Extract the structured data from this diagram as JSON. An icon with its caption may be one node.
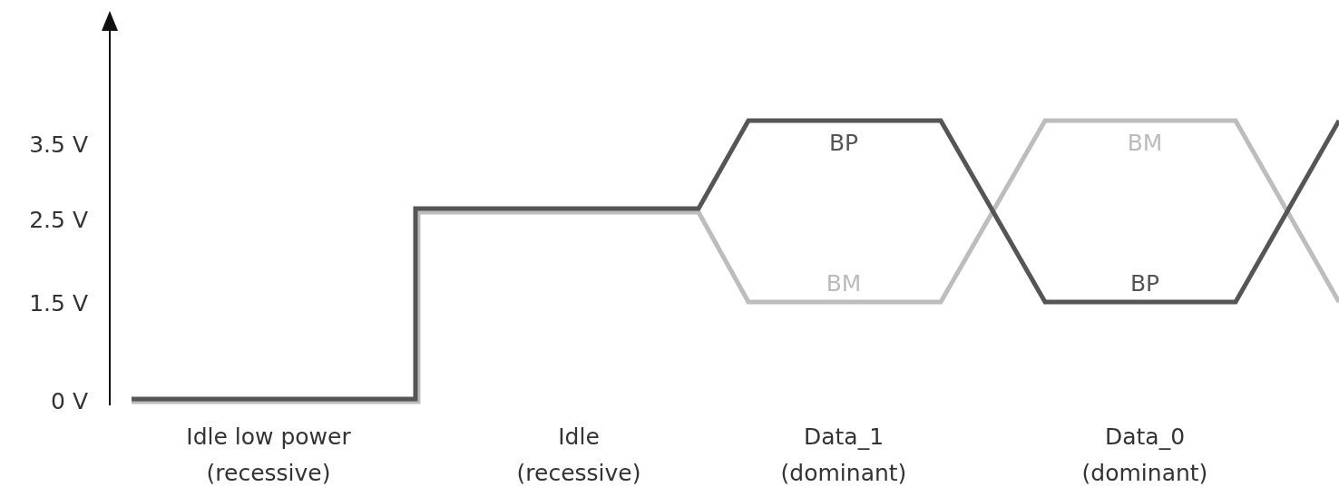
{
  "diagram": {
    "labels": [
      "3.5 V",
      "BP",
      "BM",
      "2.5 V",
      "1.5 V",
      "BM",
      "BP",
      "0 V",
      "Idle low power (recessive)",
      "Idle (recessive)",
      "Data_1 (dominant)",
      "Data_0 (dominant)"
    ]
  }
}
